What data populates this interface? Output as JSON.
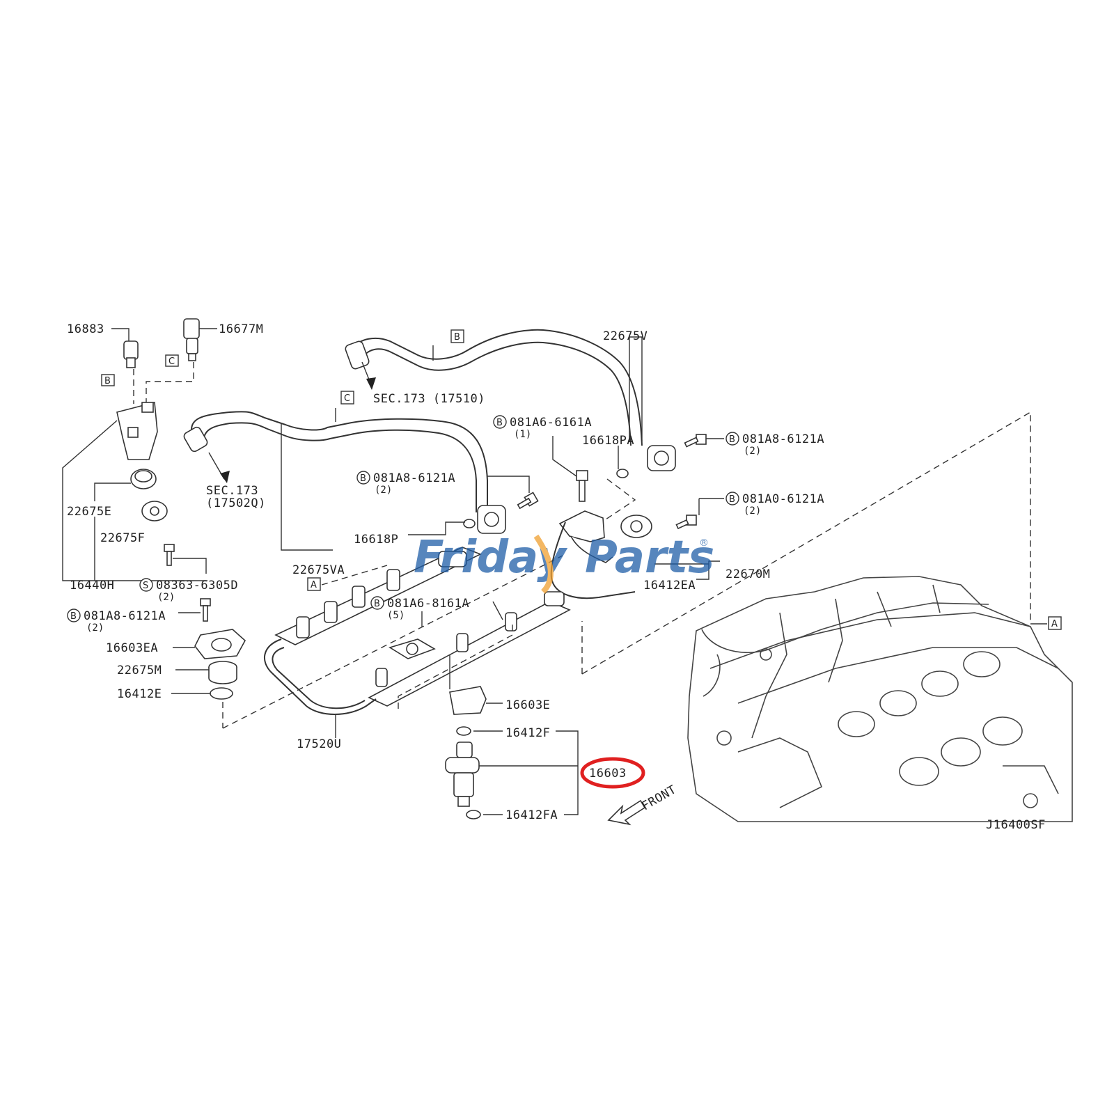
{
  "watermark": {
    "brand_part1": "Friday",
    "brand_part2": "Parts",
    "registered": "®",
    "color_blue": "#1f5ea8",
    "color_orange": "#f0a030"
  },
  "highlight_color": "#e02020",
  "callouts": {
    "p16883": "16883",
    "p16677M": "16677M",
    "p22675E": "22675E",
    "p22675F": "22675F",
    "p16440H": "16440H",
    "p08363_6305D": "08363-6305D",
    "p08363_qty": "(2)",
    "p081A8_6121A_left": "081A8-6121A",
    "p081A8_6121A_left_qty": "(2)",
    "p16603EA": "16603EA",
    "p22675M": "22675M",
    "p16412E": "16412E",
    "p17520U": "17520U",
    "p22675VA": "22675VA",
    "p16618P": "16618P",
    "p081A8_6121A_mid": "081A8-6121A",
    "p081A8_6121A_mid_qty": "(2)",
    "p081A6_8161A": "081A6-8161A",
    "p081A6_8161A_qty": "(5)",
    "p081A6_6161A": "081A6-6161A",
    "p081A6_6161A_qty": "(1)",
    "p16618PA": "16618PA",
    "p22675V": "22675V",
    "p081A8_6121A_right": "081A8-6121A",
    "p081A8_6121A_right_qty": "(2)",
    "p081A0_6121A": "081A0-6121A",
    "p081A0_6121A_qty": "(2)",
    "p16412EA": "16412EA",
    "p22670M": "22670M",
    "p16603E": "16603E",
    "p16412F": "16412F",
    "p16603": "16603",
    "p16412FA": "16412FA",
    "sec173_left": "SEC.173",
    "sec173_left_ref": "(17502Q)",
    "sec173_top": "SEC.173 (17510)",
    "front": "FRONT",
    "diagram_code": "J16400SF"
  },
  "ref_boxes": {
    "b1": "B",
    "c1": "C",
    "b2": "B",
    "c2": "C",
    "a1": "A",
    "a2": "A"
  },
  "circle_marks": {
    "b": "B",
    "s": "S"
  }
}
